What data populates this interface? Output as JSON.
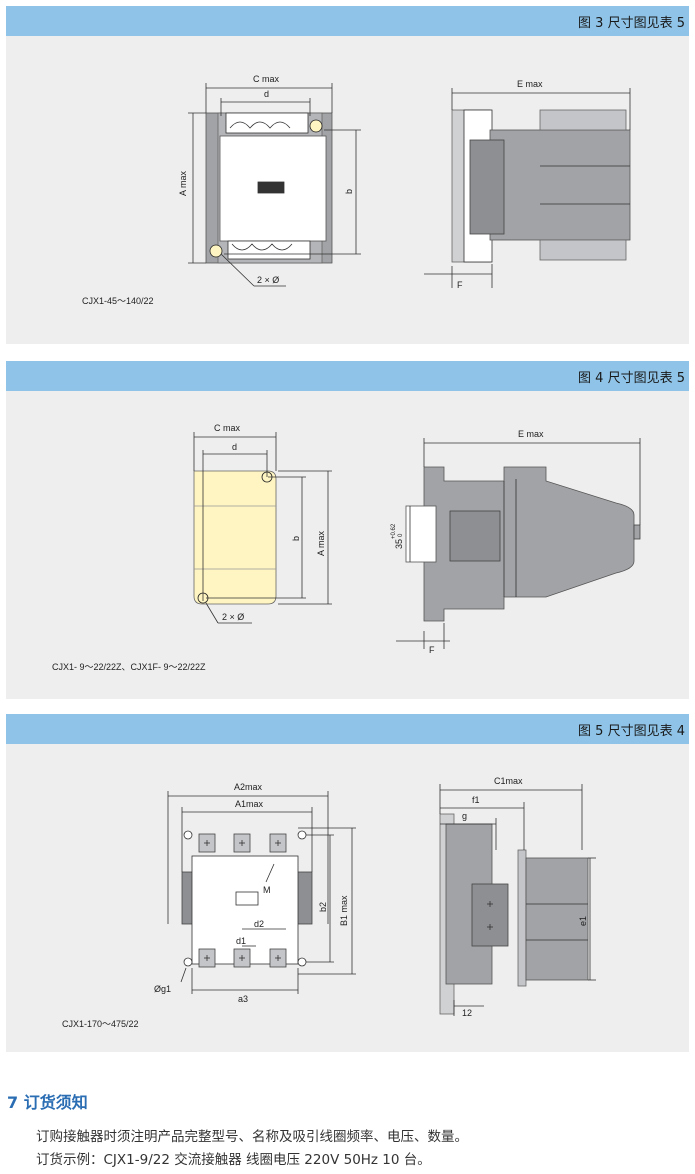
{
  "fig3": {
    "title": "图 3 尺寸图见表 5",
    "labels": {
      "c_max": "C max",
      "d": "d",
      "a_max": "A max",
      "b": "b",
      "holes": "2 × Ø",
      "e_max": "E max",
      "f": "F"
    },
    "caption": "CJX1-45～140/22"
  },
  "fig4": {
    "title": "图 4 尺寸图见表 5",
    "labels": {
      "c_max": "C max",
      "d": "d",
      "b": "b",
      "a_max": "A max",
      "holes": "2 × Ø",
      "e_max": "E max",
      "rail": "35",
      "rail_tol": "+0.62",
      "rail_tol_low": "0",
      "f": "F"
    },
    "caption": "CJX1- 9～22/22Z、CJX1F- 9～22/22Z"
  },
  "fig5": {
    "title": "图 5 尺寸图见表 4",
    "labels": {
      "a2": "A2max",
      "a1": "A1max",
      "m": "M",
      "b2": "b2",
      "b1": "B1 max",
      "d2": "d2",
      "d1": "d1",
      "g1": "Øg1",
      "a3": "a3",
      "c1": "C1max",
      "f1": "f1",
      "g": "g",
      "e1": "e1",
      "n12": "12"
    },
    "caption": "CJX1-170～475/22"
  },
  "section": {
    "title": "7 订货须知",
    "line1": "订购接触器时须注明产品完整型号、名称及吸引线圈频率、电压、数量。",
    "line2": "订货示例：CJX1-9/22 交流接触器  线圈电压  220V  50Hz  10 台。"
  },
  "colors": {
    "band": "#8fc4e8",
    "panel": "#eeeeef",
    "gray": "#a2a3a6",
    "gray_dark": "#8e8f92",
    "yellow": "#fff5c2",
    "title_blue": "#2a6db3"
  }
}
